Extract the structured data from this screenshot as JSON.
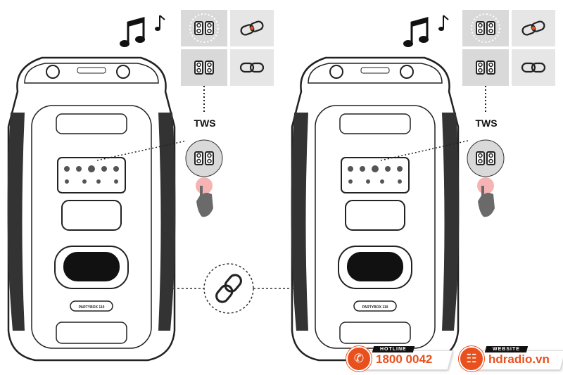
{
  "speaker_model_label": "PARTYBOX 110",
  "tws_label": "TWS",
  "hotline": {
    "label": "HOTLINE",
    "value": "1800 0042",
    "icon": "phone-icon"
  },
  "website": {
    "label": "WEBSITE",
    "value": "hdradio.vn",
    "icon": "globe-icon"
  },
  "colors": {
    "accent": "#e8501e",
    "highlight": "#f08a8a",
    "panel": "#d9d9d9"
  }
}
